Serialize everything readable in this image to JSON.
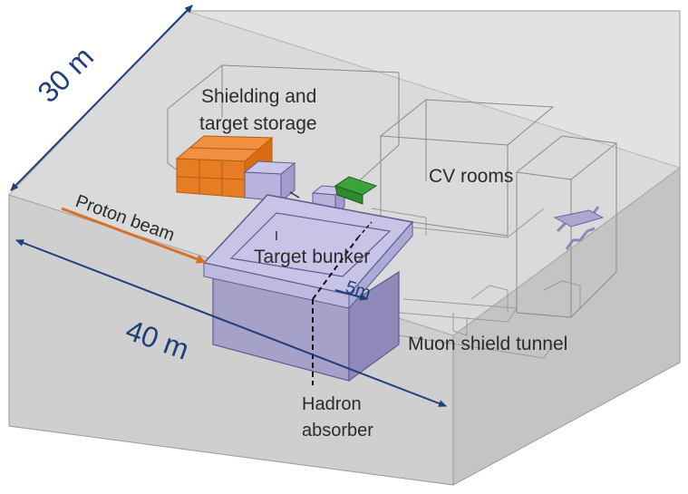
{
  "dimensions": {
    "depth": "30 m",
    "length": "40 m",
    "bunker_offset": "5m"
  },
  "labels": {
    "shielding_line1": "Shielding and",
    "shielding_line2": "target storage",
    "cv_rooms": "CV  rooms",
    "proton_beam": "Proton beam",
    "target_bunker": "Target bunker",
    "muon_shield_tunnel": "Muon shield tunnel",
    "hadron": "Hadron",
    "absorber": "absorber"
  },
  "colors": {
    "dimension_arrows": "#1f3f7a",
    "proton_beam_arrow": "#d8702a",
    "shielding_blocks": "#e77d22",
    "target_bunker": "#b8b4d8",
    "cv_equipment": "#2f8a2f",
    "building_volume": "#d2d2d2"
  }
}
